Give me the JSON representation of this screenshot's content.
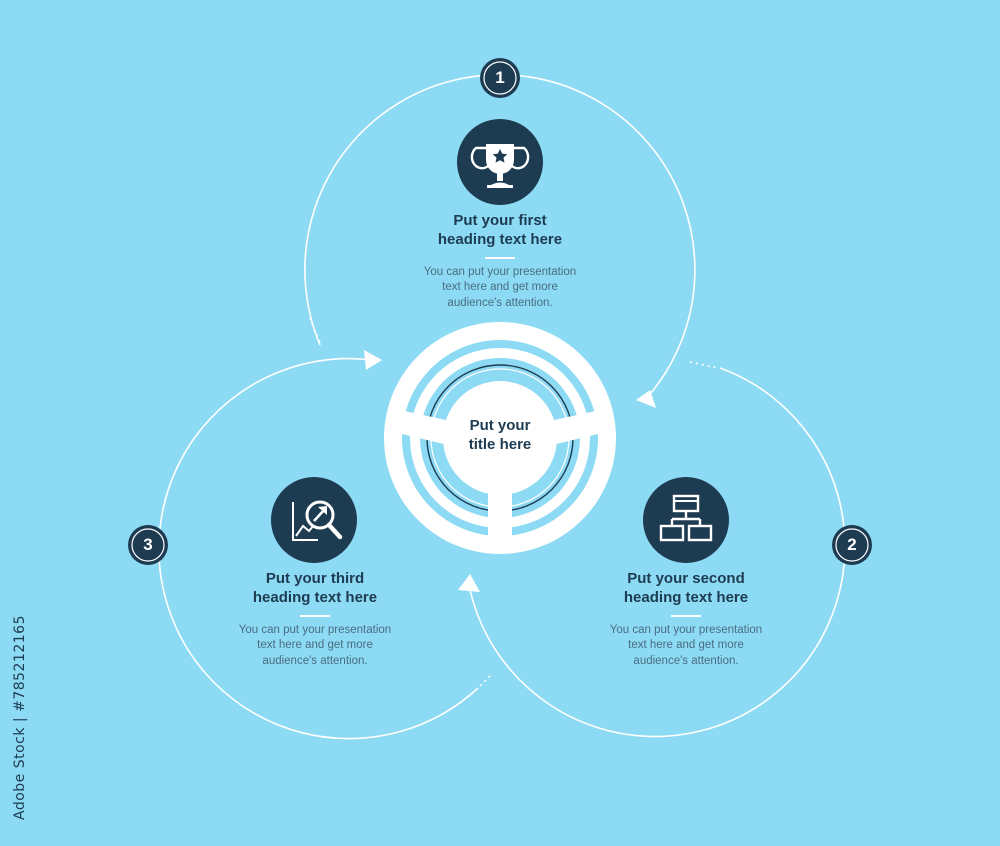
{
  "center": {
    "title": "Put your\ntitle here"
  },
  "steps": [
    {
      "number": "1",
      "icon": "trophy-icon",
      "heading": "Put your first\nheading text here",
      "body": "You can put your presentation\ntext here and get more\naudience's attention."
    },
    {
      "number": "2",
      "icon": "org-chart-icon",
      "heading": "Put your second\nheading text here",
      "body": "You can put your presentation\ntext here and get more\naudience's attention."
    },
    {
      "number": "3",
      "icon": "analytics-search-icon",
      "heading": "Put your third\nheading text here",
      "body": "You can put your presentation\ntext here and get more\naudience's attention."
    }
  ],
  "watermark": {
    "id": "Adobe Stock | #785212165"
  },
  "colors": {
    "background": "#8cdaf3",
    "navy": "#1d3b51",
    "white": "#ffffff",
    "muted_text": "#4a6d82"
  }
}
